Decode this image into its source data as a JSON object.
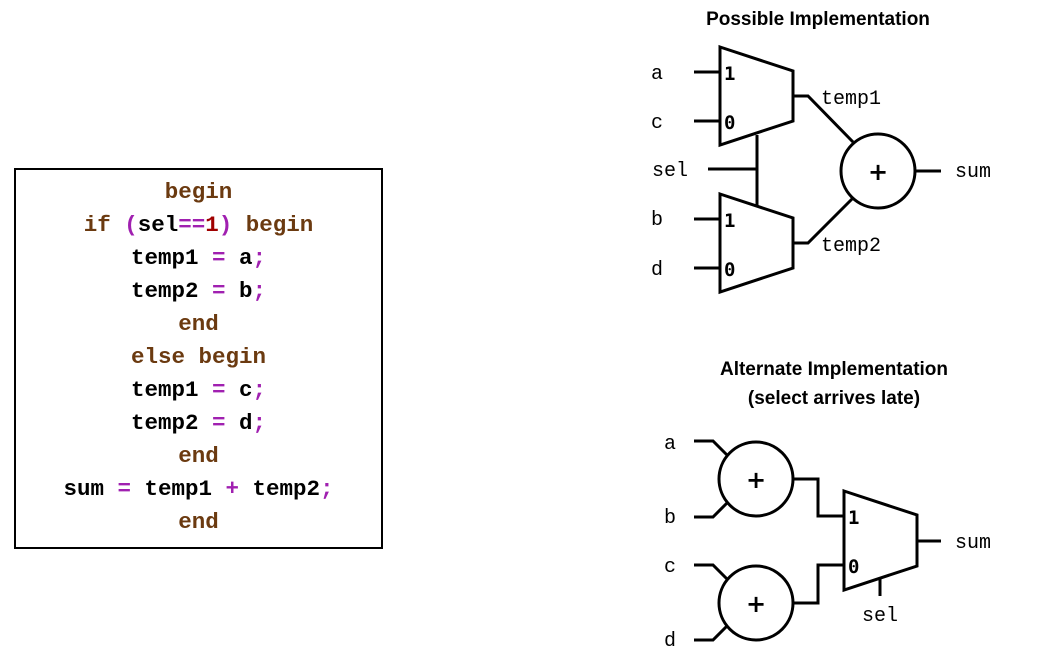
{
  "code": {
    "lines": [
      [
        {
          "t": "begin",
          "c": "kw"
        }
      ],
      [
        {
          "t": "if ",
          "c": "kw"
        },
        {
          "t": "(",
          "c": "op"
        },
        {
          "t": "sel",
          "c": "id"
        },
        {
          "t": "==",
          "c": "op"
        },
        {
          "t": "1",
          "c": "num"
        },
        {
          "t": ") ",
          "c": "op"
        },
        {
          "t": "begin",
          "c": "kw"
        }
      ],
      [
        {
          "t": "temp1 ",
          "c": "id"
        },
        {
          "t": "=",
          "c": "op"
        },
        {
          "t": " a",
          "c": "id"
        },
        {
          "t": ";",
          "c": "op"
        }
      ],
      [
        {
          "t": "temp2 ",
          "c": "id"
        },
        {
          "t": "=",
          "c": "op"
        },
        {
          "t": " b",
          "c": "id"
        },
        {
          "t": ";",
          "c": "op"
        }
      ],
      [
        {
          "t": "end",
          "c": "kw"
        }
      ],
      [
        {
          "t": "else begin",
          "c": "kw"
        }
      ],
      [
        {
          "t": "temp1 ",
          "c": "id"
        },
        {
          "t": "=",
          "c": "op"
        },
        {
          "t": " c",
          "c": "id"
        },
        {
          "t": ";",
          "c": "op"
        }
      ],
      [
        {
          "t": "temp2 ",
          "c": "id"
        },
        {
          "t": "=",
          "c": "op"
        },
        {
          "t": " d",
          "c": "id"
        },
        {
          "t": ";",
          "c": "op"
        }
      ],
      [
        {
          "t": "end",
          "c": "kw"
        }
      ],
      [
        {
          "t": "sum ",
          "c": "id"
        },
        {
          "t": "=",
          "c": "op"
        },
        {
          "t": " temp1 ",
          "c": "id"
        },
        {
          "t": "+",
          "c": "op"
        },
        {
          "t": " temp2",
          "c": "id"
        },
        {
          "t": ";",
          "c": "op"
        }
      ],
      [
        {
          "t": "end",
          "c": "kw"
        }
      ]
    ]
  },
  "possible": {
    "title": "Possible Implementation",
    "inputs": [
      "a",
      "c",
      "sel",
      "b",
      "d"
    ],
    "mux_in_1": "1",
    "mux_in_0": "0",
    "temp1": "temp1",
    "temp2": "temp2",
    "adder": "+",
    "output": "sum"
  },
  "alternate": {
    "title_line1": "Alternate Implementation",
    "title_line2": "(select arrives late)",
    "inputs": [
      "a",
      "b",
      "c",
      "d"
    ],
    "adder": "+",
    "mux_in_1": "1",
    "mux_in_0": "0",
    "output": "sum",
    "select": "sel"
  },
  "colors": {
    "keyword": "#6b3a10",
    "identifier": "#000000",
    "operator": "#a020b0",
    "number": "#a00000"
  }
}
